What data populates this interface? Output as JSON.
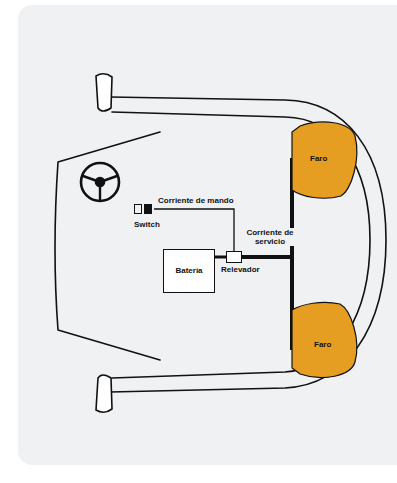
{
  "diagram": {
    "nodes": [
      {
        "text": [
          "Switch"
        ]
      },
      {
        "text": [
          "Batería"
        ]
      },
      {
        "text": [
          "Relevador"
        ]
      },
      {
        "text": [
          "Faro"
        ]
      },
      {
        "text": [
          "Faro"
        ]
      }
    ],
    "edges": [
      {
        "from": 0,
        "to": 2,
        "label": "Corriente de mando",
        "arrow": "none"
      },
      {
        "from": 1,
        "to": 2,
        "arrow": "none"
      },
      {
        "from": 2,
        "to": 3,
        "label": "Corriente de servicio",
        "arrow": "none"
      },
      {
        "from": 2,
        "to": 4,
        "arrow": "none"
      }
    ]
  }
}
